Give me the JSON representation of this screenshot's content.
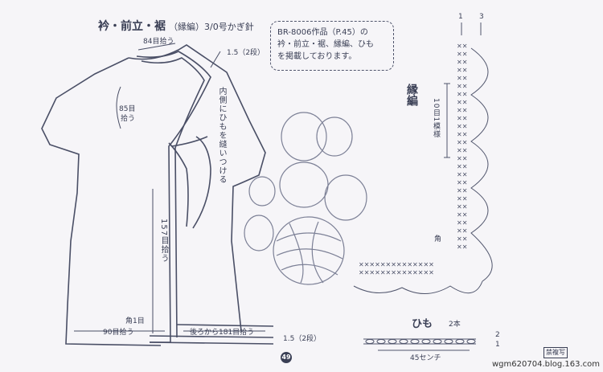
{
  "title": {
    "main": "衿・前立・裾",
    "sub": "（縁編）3/0号かぎ針"
  },
  "note": {
    "line1": "BR-8006作品（P.45）の",
    "line2": "衿・前立・裾、縁編、ひも",
    "line3": "を掲載しております。"
  },
  "labels": {
    "neck_pickup": "84目拾う",
    "top_rows": "1.5（2段）",
    "inner_tie": "内側にひもを縫いつける",
    "side_pickup_num": "85目",
    "side_pickup": "拾う",
    "front_pickup": "157目拾う",
    "corner": "角1目",
    "hem_pickup": "90目拾う",
    "back_pickup": "後ろから181目拾う",
    "bottom_rows": "1.5（2段）"
  },
  "edging": {
    "title": "縁編",
    "repeat": "10目1模様",
    "corner": "角",
    "marker1": "1",
    "marker3": "3"
  },
  "cord": {
    "title": "ひも",
    "count": "2本",
    "length": "45センチ",
    "marker2": "2",
    "marker1": "1"
  },
  "page_number": "49",
  "stamp": "禁複写",
  "watermark": "wgm620704.blog.163.com"
}
